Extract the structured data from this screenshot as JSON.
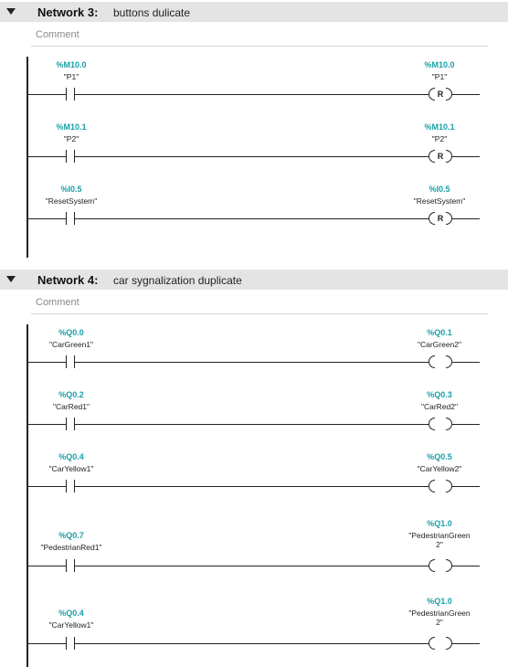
{
  "networks": [
    {
      "number": "Network 3:",
      "title": "buttons dulicate",
      "comment_placeholder": "Comment",
      "rungs": [
        {
          "contact": {
            "address": "%M10.0",
            "symbol": "\"P1\""
          },
          "coil": {
            "address": "%M10.0",
            "symbol": "\"P1\"",
            "type": "R"
          }
        },
        {
          "contact": {
            "address": "%M10.1",
            "symbol": "\"P2\""
          },
          "coil": {
            "address": "%M10.1",
            "symbol": "\"P2\"",
            "type": "R"
          }
        },
        {
          "contact": {
            "address": "%I0.5",
            "symbol": "\"ResetSystem\""
          },
          "coil": {
            "address": "%I0.5",
            "symbol": "\"ResetSystem\"",
            "type": "R"
          }
        }
      ]
    },
    {
      "number": "Network 4:",
      "title": "car sygnalization duplicate",
      "comment_placeholder": "Comment",
      "rungs": [
        {
          "contact": {
            "address": "%Q0.0",
            "symbol": "\"CarGreen1\""
          },
          "coil": {
            "address": "%Q0.1",
            "symbol": "\"CarGreen2\"",
            "type": ""
          }
        },
        {
          "contact": {
            "address": "%Q0.2",
            "symbol": "\"CarRed1\""
          },
          "coil": {
            "address": "%Q0.3",
            "symbol": "\"CarRed2\"",
            "type": ""
          }
        },
        {
          "contact": {
            "address": "%Q0.4",
            "symbol": "\"CarYellow1\""
          },
          "coil": {
            "address": "%Q0.5",
            "symbol": "\"CarYellow2\"",
            "type": ""
          }
        },
        {
          "contact": {
            "address": "%Q0.7",
            "symbol": "\"PedestrianRed1\""
          },
          "coil": {
            "address": "%Q1.0",
            "symbol_line1": "\"PedestrianGreen",
            "symbol_line2": "2\"",
            "type": ""
          }
        },
        {
          "contact": {
            "address": "%Q0.4",
            "symbol": "\"CarYellow1\""
          },
          "coil": {
            "address": "%Q1.0",
            "symbol_line1": "\"PedestrianGreen",
            "symbol_line2": "2\"",
            "type": ""
          }
        }
      ]
    }
  ],
  "colors": {
    "address": "#1aa0a6",
    "header_bg": "#e4e4e4",
    "rail": "#222222"
  },
  "icons": {
    "collapse_toggle": "triangle-down-icon"
  }
}
